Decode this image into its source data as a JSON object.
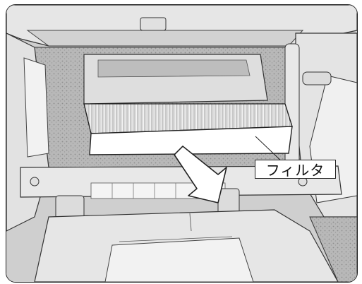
{
  "callout": {
    "label": "フィルタ"
  },
  "colors": {
    "background": "#d9d9d9",
    "outline": "#222222",
    "filter_face": "#ffffff",
    "arrow_fill": "#ffffff"
  },
  "icons": [
    "filter",
    "removal-arrow",
    "glovebox-housing",
    "dashboard-panel"
  ]
}
